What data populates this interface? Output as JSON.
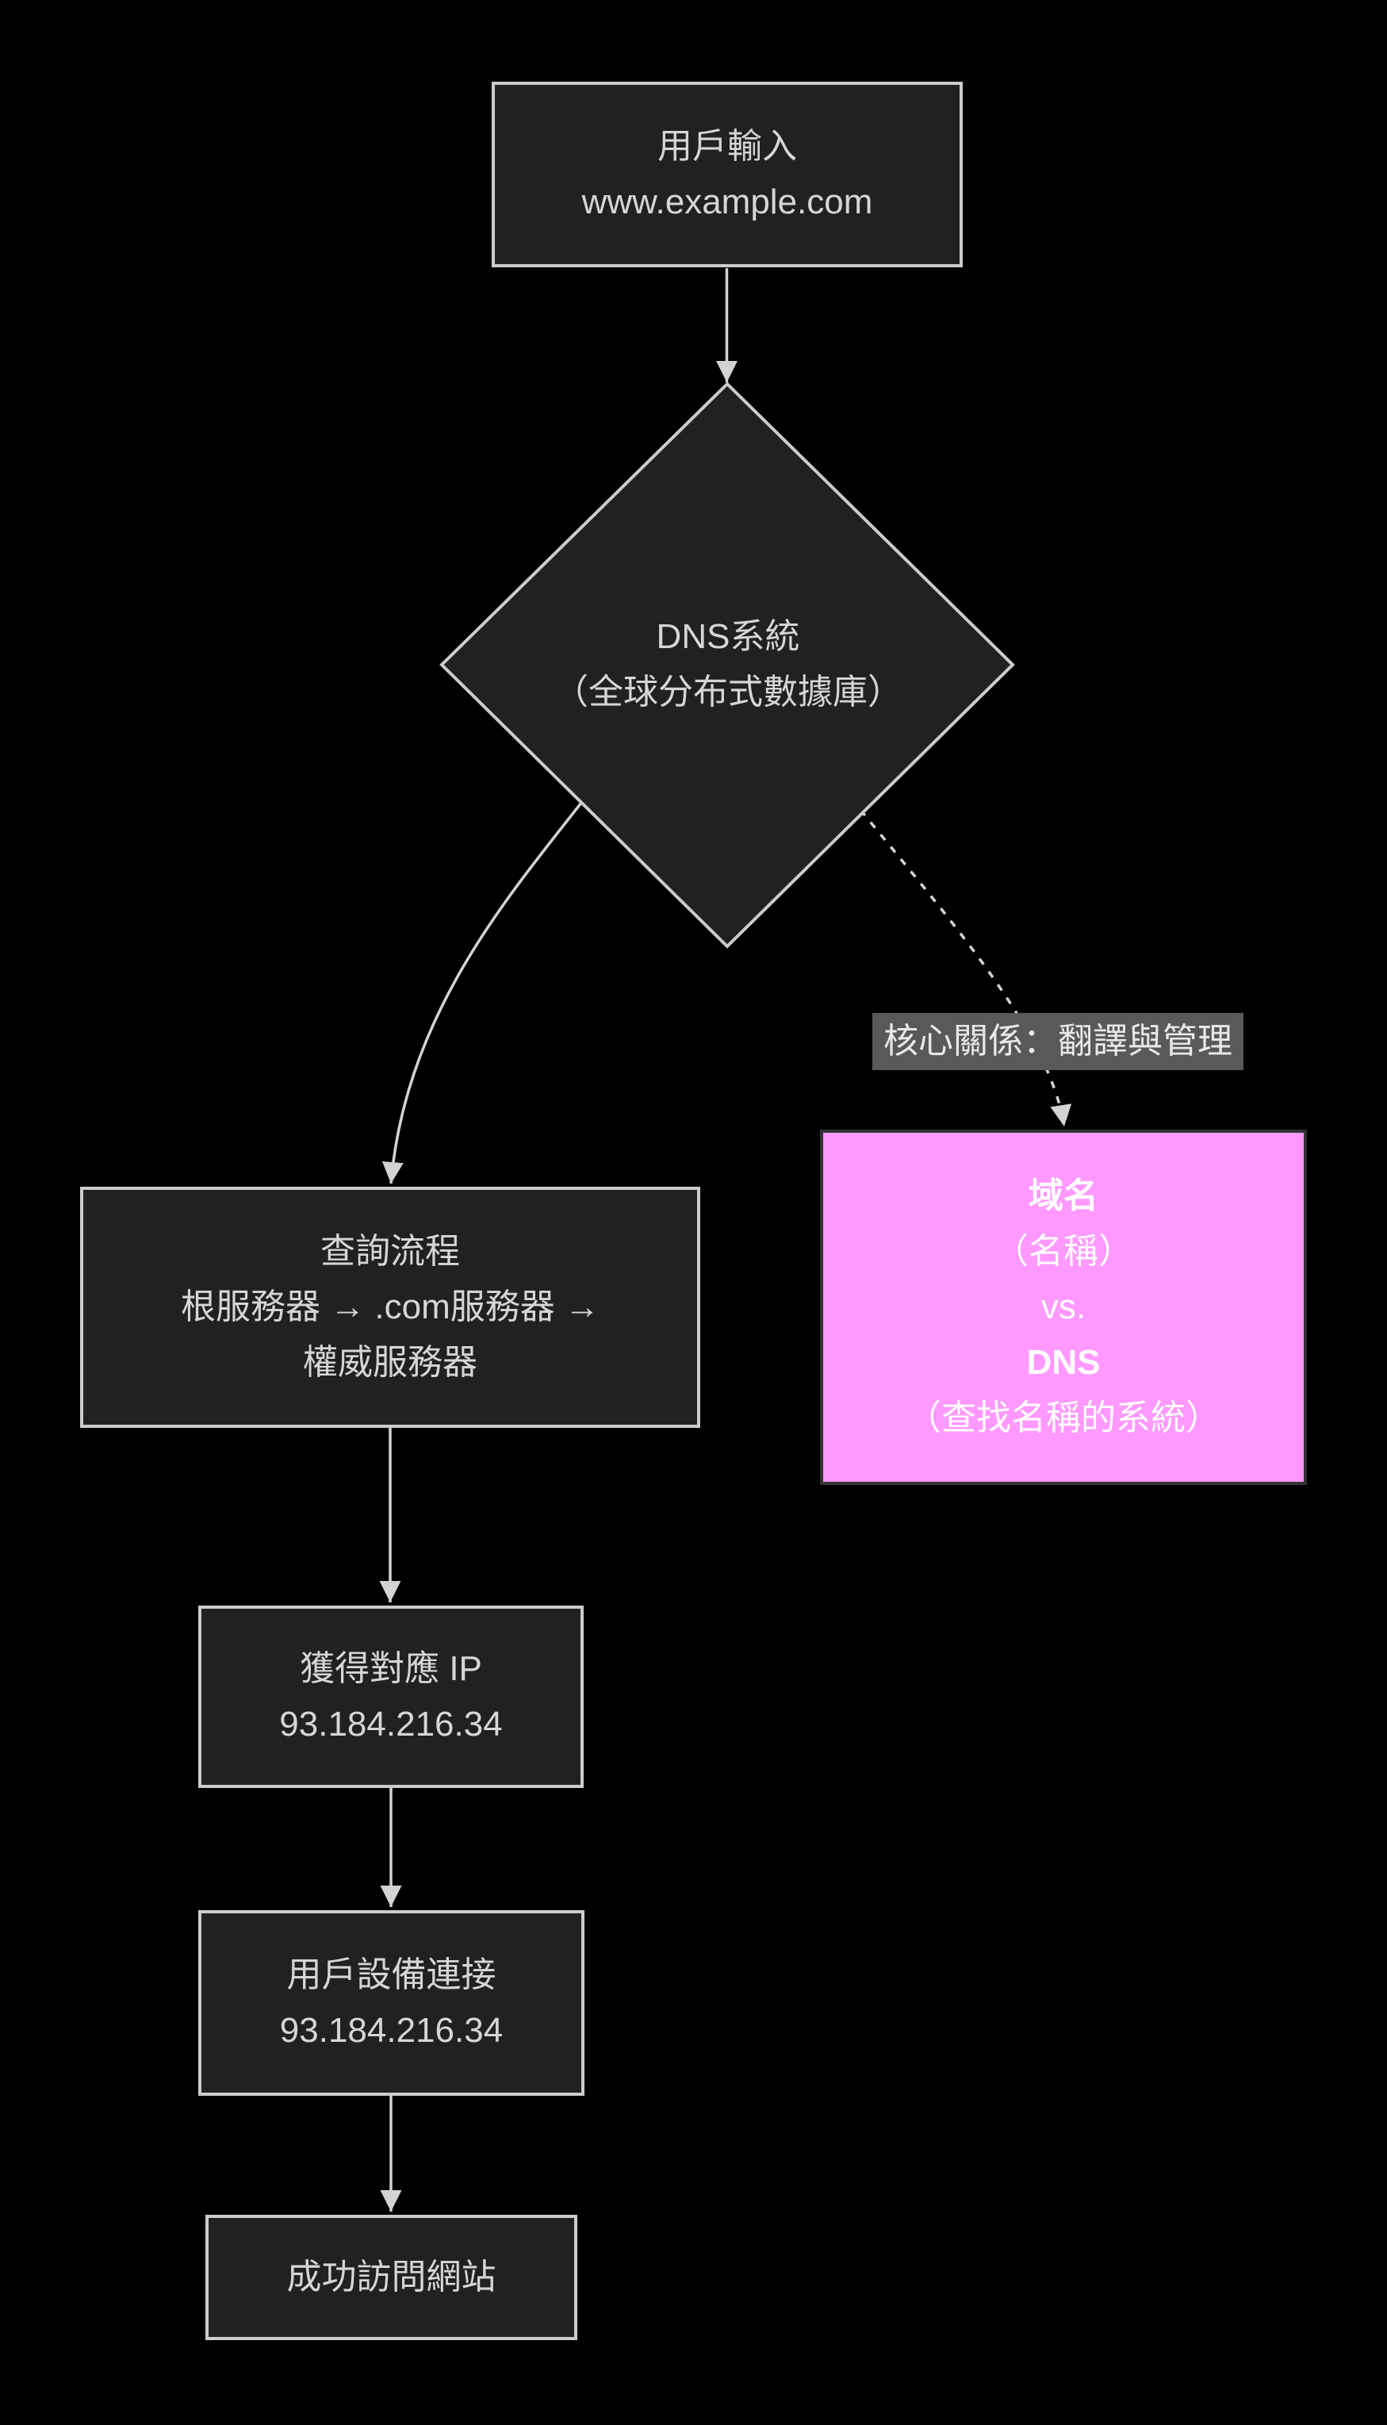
{
  "diagram": {
    "title": "DNS resolution flowchart",
    "nodes": {
      "input": {
        "lines": [
          "用戶輸入",
          "www.example.com"
        ]
      },
      "dns_system": {
        "lines": [
          "DNS系統",
          "（全球分布式數據庫）"
        ]
      },
      "query_process": {
        "lines": [
          "查詢流程",
          "根服務器 → .com服務器 →",
          "權威服務器"
        ]
      },
      "ip_result": {
        "lines": [
          "獲得對應 IP",
          "93.184.216.34"
        ]
      },
      "device_connect": {
        "lines": [
          "用戶設備連接",
          "93.184.216.34"
        ]
      },
      "success": {
        "lines": [
          "成功訪問網站"
        ]
      },
      "domain_vs_dns": {
        "lines": [
          "域名",
          "（名稱）",
          "vs.",
          "DNS",
          "（查找名稱的系統）"
        ]
      }
    },
    "edge_label": "核心關係：翻譯與管理",
    "colors": {
      "background": "#000000",
      "node_fill": "#202122",
      "node_border": "#cccccc",
      "node_text": "#d6d6d6",
      "accent_fill": "#ff99ff",
      "accent_border": "#333333",
      "accent_text": "#ffffff",
      "label_bg": "#58595b",
      "label_text": "#e8e8e8",
      "edge_color": "#d3d3d3"
    }
  }
}
